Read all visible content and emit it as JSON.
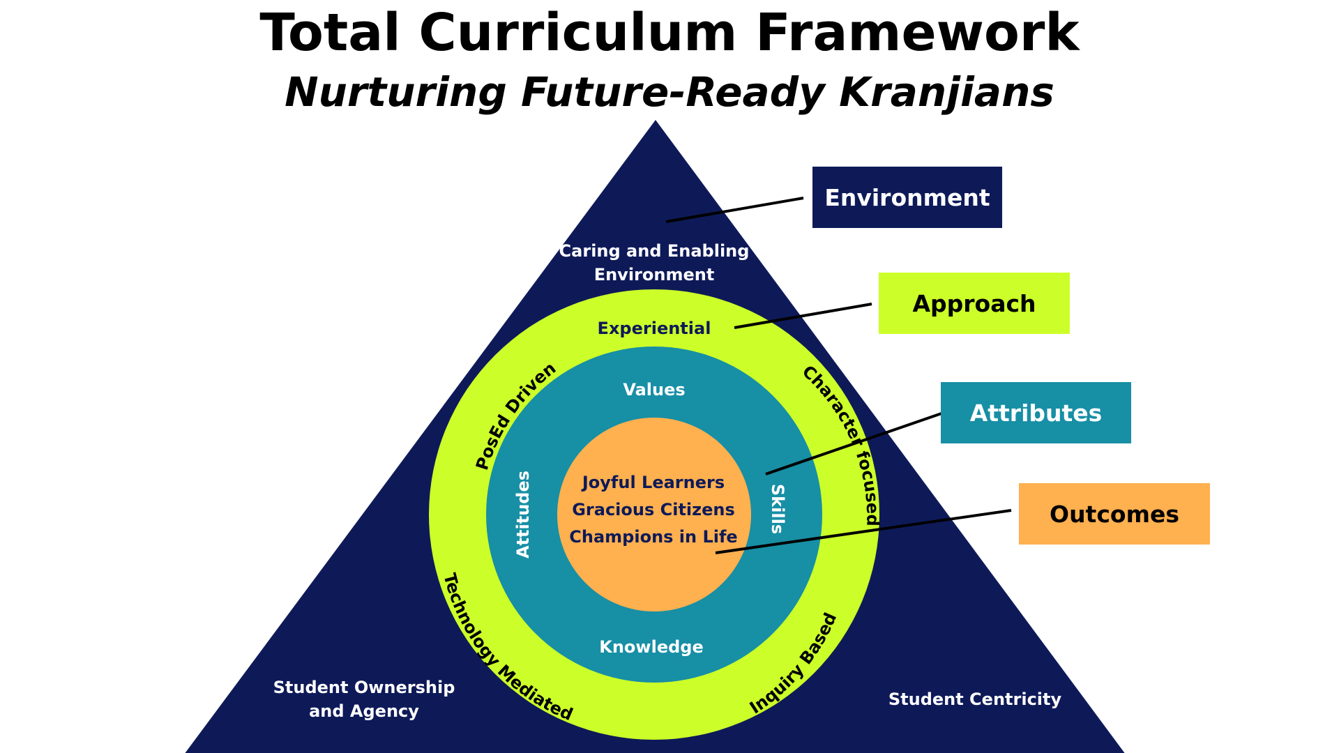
{
  "title": "Total Curriculum Framework",
  "subtitle": "Nurturing Future-Ready Kranjians",
  "colors": {
    "navy": "#0e1a58",
    "lime": "#ccff29",
    "teal": "#178fa5",
    "orange": "#ffb04f",
    "white": "#ffffff",
    "black": "#000000"
  },
  "environment": {
    "top": [
      "Caring and Enabling",
      "Environment"
    ],
    "left": [
      "Student Ownership",
      "and Agency"
    ],
    "right": [
      "Student Centricity"
    ]
  },
  "approach": {
    "top": "Experiential",
    "left": "PosEd Driven",
    "right": "Character focused",
    "bottom_left": "Technology Mediated",
    "bottom_right": "Inquiry Based"
  },
  "attributes": {
    "top": "Values",
    "left": "Attitudes",
    "right": "Skills",
    "bottom": "Knowledge"
  },
  "outcomes": [
    "Joyful Learners",
    "Gracious Citizens",
    "Champions in Life"
  ],
  "legend": {
    "environment": "Environment",
    "approach": "Approach",
    "attributes": "Attributes",
    "outcomes": "Outcomes"
  }
}
